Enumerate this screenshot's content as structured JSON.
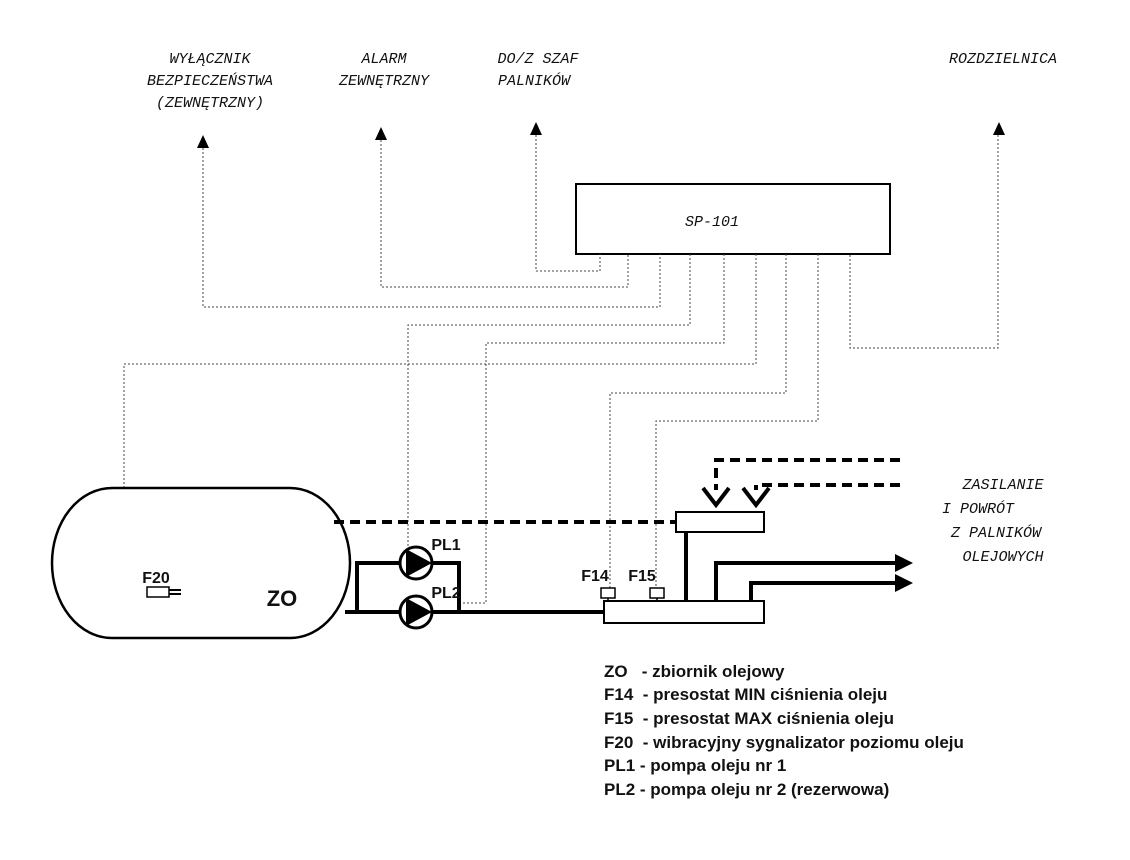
{
  "top_labels": {
    "safety_switch": [
      "WYŁĄCZNIK",
      "BEZPIECZEŃSTWA",
      "(ZEWNĘTRZNY)"
    ],
    "alarm": [
      "ALARM",
      "ZEWNĘTRZNY"
    ],
    "burner_cabinets": [
      "DO/Z SZAF",
      "PALNIKÓW"
    ],
    "switchboard": [
      "ROZDZIELNICA"
    ]
  },
  "controller": {
    "name": "SP-101"
  },
  "tank": {
    "label": "ZO",
    "sensor": "F20"
  },
  "pumps": {
    "pump1": "PL1",
    "pump2": "PL2"
  },
  "pressure_switches": {
    "min": "F14",
    "max": "F15"
  },
  "supply_return": [
    "ZASILANIE",
    "I POWRÓT",
    "Z PALNIKÓW",
    "OLEJOWYCH"
  ],
  "legend": [
    "ZO   - zbiornik olejowy",
    "F14  - presostat MIN ciśnienia oleju",
    "F15  - presostat MAX ciśnienia oleju",
    "F20  - wibracyjny sygnalizator poziomu oleju",
    "PL1 - pompa oleju nr 1",
    "PL2 - pompa oleju nr 2 (rezerwowa)"
  ]
}
